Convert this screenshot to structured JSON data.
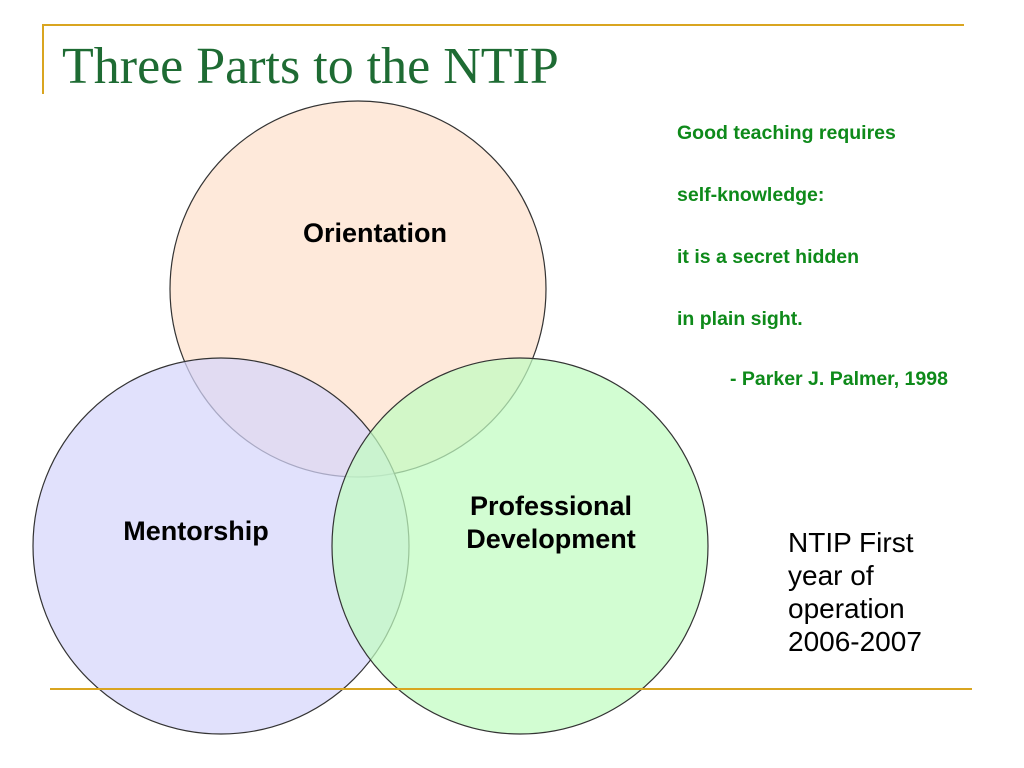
{
  "colors": {
    "rule": "#d9a520",
    "title": "#1e6b33",
    "quote": "#0e8a1a"
  },
  "slide": {
    "title": "Three Parts to the NTIP"
  },
  "venn": {
    "circles": [
      {
        "label_lines": [
          "Orientation"
        ],
        "fill": "#fde0cc",
        "stroke": "#333333"
      },
      {
        "label_lines": [
          "Mentorship"
        ],
        "fill": "#d6d6fb",
        "stroke": "#333333"
      },
      {
        "label_lines": [
          "Professional",
          "Development"
        ],
        "fill": "#c0fcc0",
        "stroke": "#333333"
      }
    ]
  },
  "quote": {
    "lines": [
      "Good teaching requires",
      "self-knowledge:",
      "it is a secret hidden",
      "in plain sight."
    ],
    "attribution": "- Parker J. Palmer, 1998"
  },
  "note": {
    "lines": [
      "NTIP First",
      "year of",
      "operation",
      "2006-2007"
    ]
  }
}
